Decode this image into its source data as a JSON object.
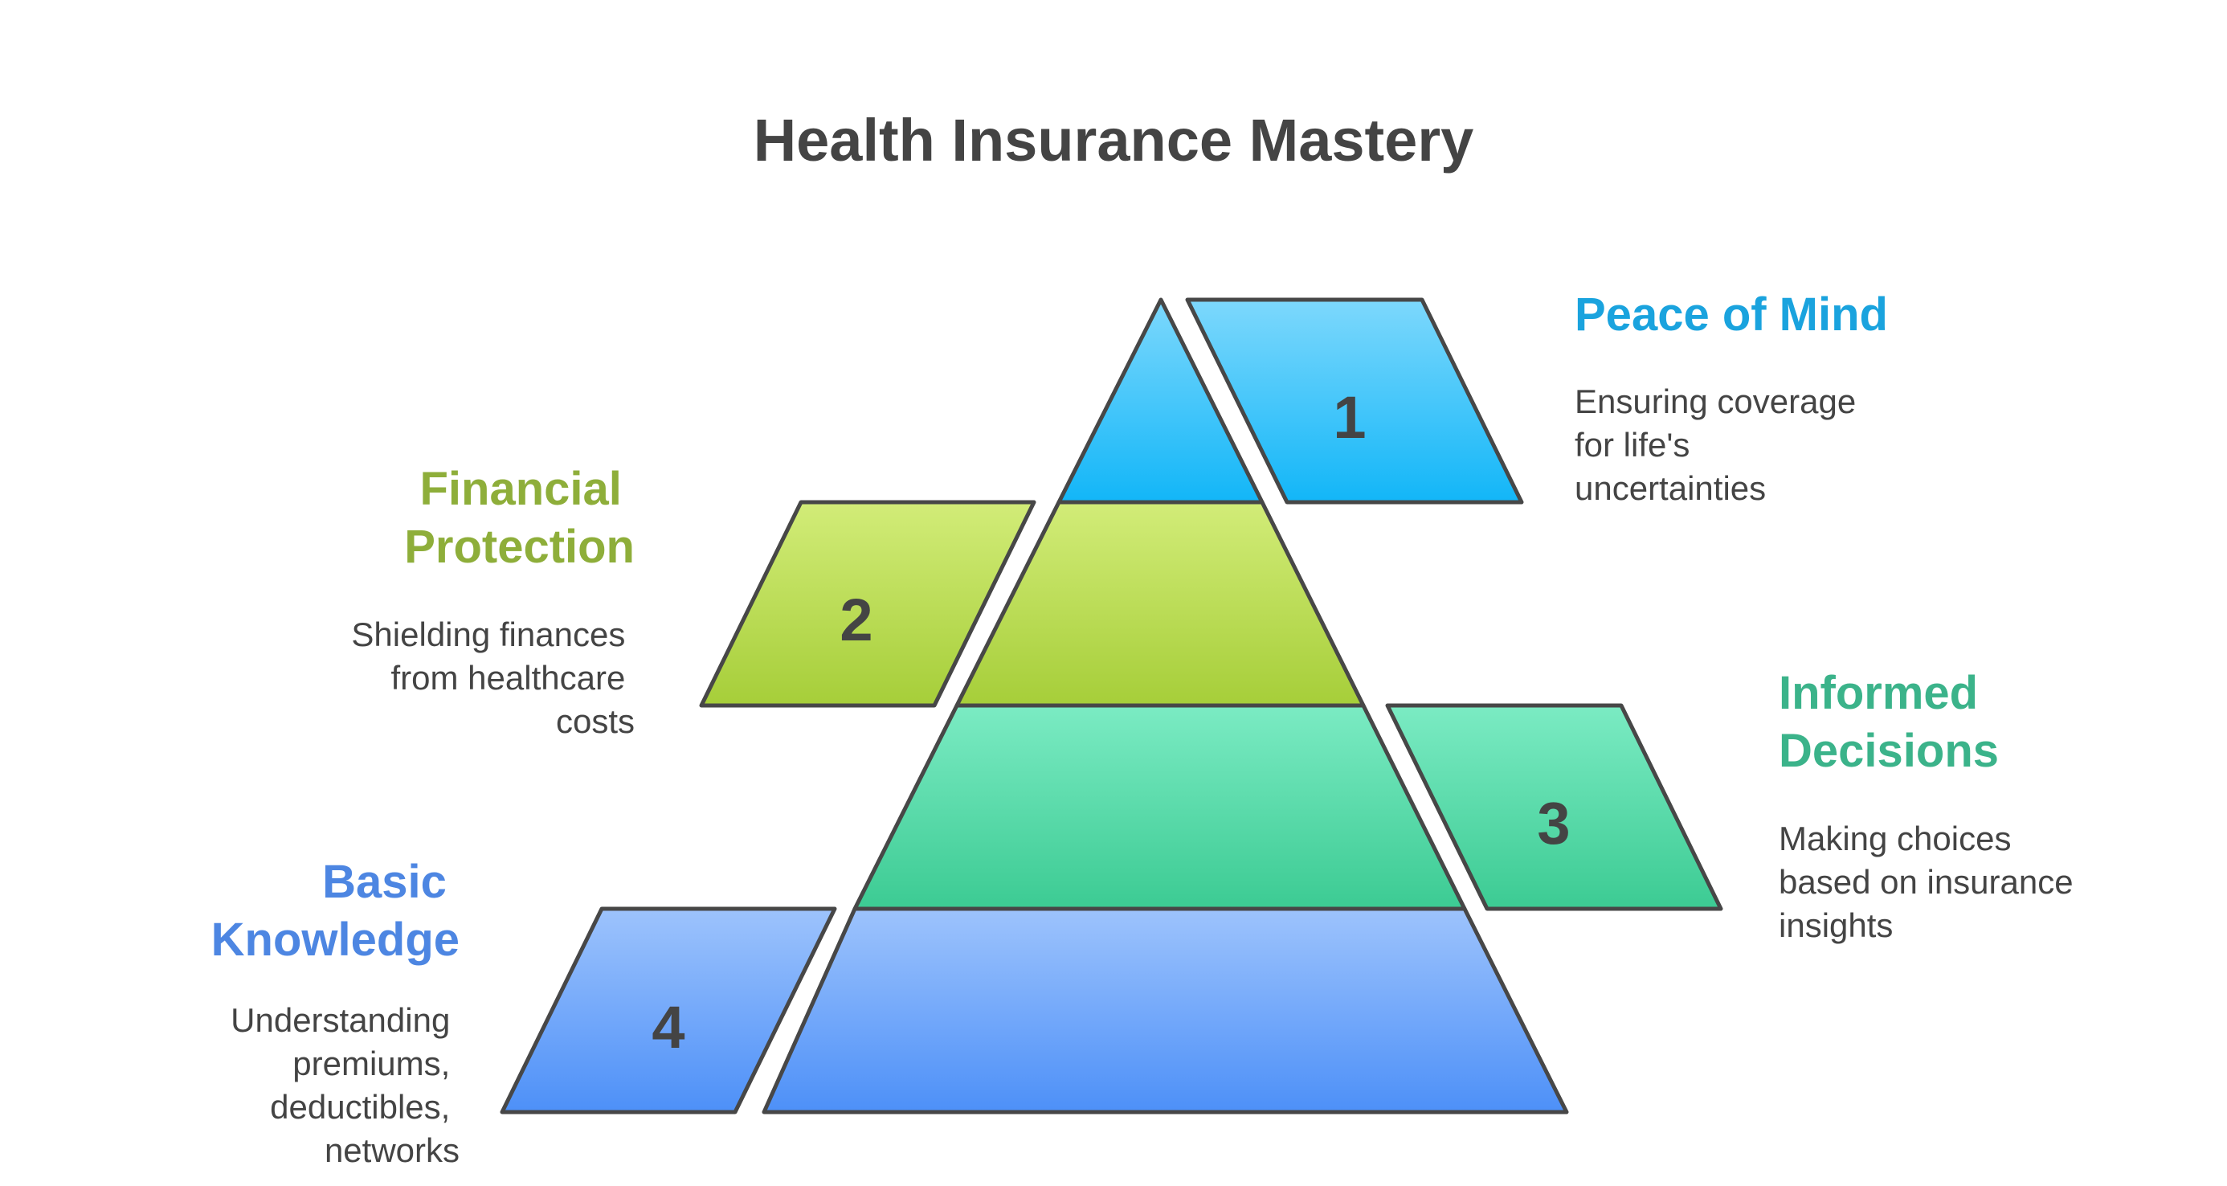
{
  "title": "Health Insurance Mastery",
  "levels": [
    {
      "number": "1",
      "heading": [
        "Peace of Mind"
      ],
      "description": [
        "Ensuring coverage",
        "for life's",
        "uncertainties"
      ],
      "heading_color": "#1AA3DE",
      "fill_top": "#7DD8FC",
      "fill_bottom": "#12B6F8"
    },
    {
      "number": "2",
      "heading": [
        "Financial",
        "Protection"
      ],
      "description": [
        "Shielding finances",
        "from healthcare",
        "costs"
      ],
      "heading_color": "#8EAE3A",
      "fill_top": "#D2EC78",
      "fill_bottom": "#A6CE39"
    },
    {
      "number": "3",
      "heading": [
        "Informed",
        "Decisions"
      ],
      "description": [
        "Making choices",
        "based on insurance",
        "insights"
      ],
      "heading_color": "#3BB38A",
      "fill_top": "#7BEBC3",
      "fill_bottom": "#3CCB93"
    },
    {
      "number": "4",
      "heading": [
        "Basic",
        "Knowledge"
      ],
      "description": [
        "Understanding",
        "premiums,",
        "deductibles,",
        "networks"
      ],
      "heading_color": "#4D86E2",
      "fill_top": "#9DC3FC",
      "fill_bottom": "#4D90F8"
    }
  ]
}
